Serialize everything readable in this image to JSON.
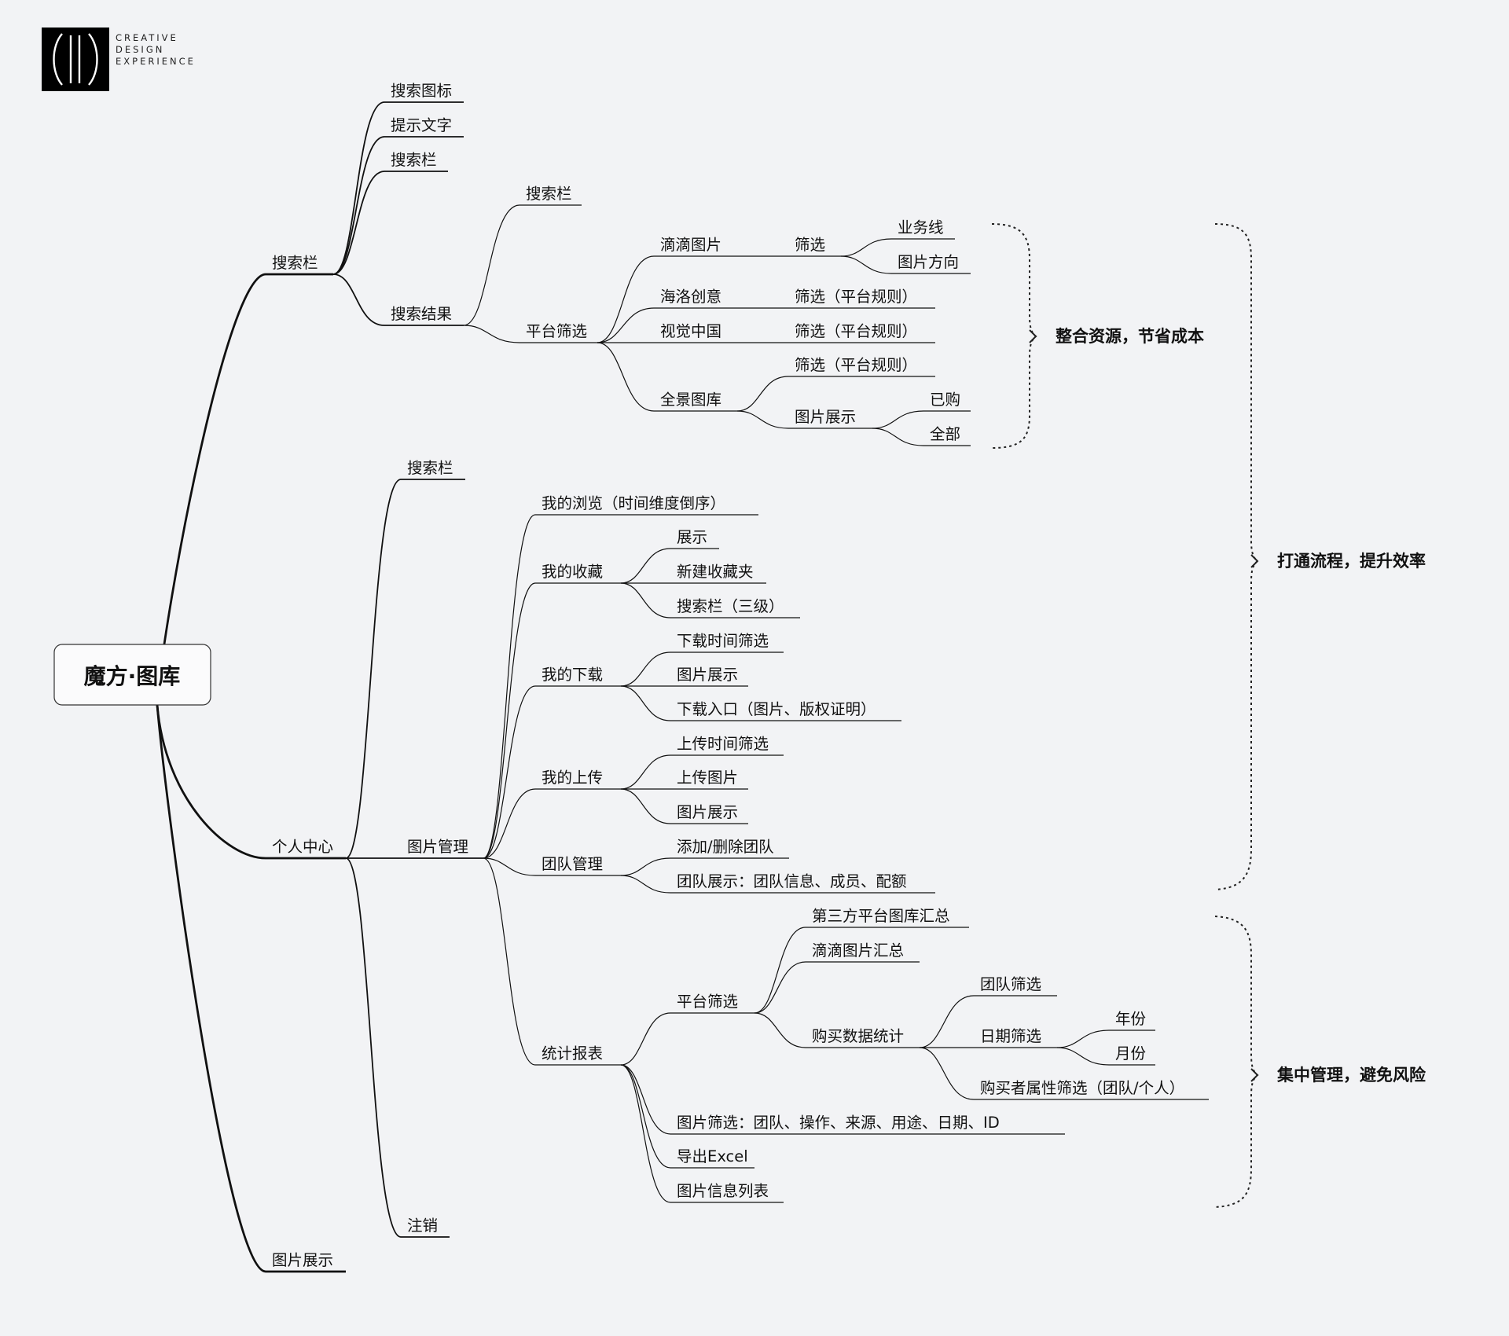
{
  "logo": {
    "line1": "CREATIVE",
    "line2": "DESIGN",
    "line3": "EXPERIENCE"
  },
  "root": {
    "label": "魔方·图库"
  },
  "nodes": [
    {
      "id": "s1",
      "label": "搜索栏"
    },
    {
      "id": "s1a",
      "label": "搜索图标"
    },
    {
      "id": "s1b",
      "label": "提示文字"
    },
    {
      "id": "s1c",
      "label": "搜索栏"
    },
    {
      "id": "s1d",
      "label": "搜索结果"
    },
    {
      "id": "s1d1",
      "label": "搜索栏"
    },
    {
      "id": "s1d2",
      "label": "平台筛选"
    },
    {
      "id": "dd",
      "label": "滴滴图片"
    },
    {
      "id": "ddf",
      "label": "筛选"
    },
    {
      "id": "ddf1",
      "label": "业务线"
    },
    {
      "id": "ddf2",
      "label": "图片方向"
    },
    {
      "id": "hl",
      "label": "海洛创意"
    },
    {
      "id": "hlf",
      "label": "筛选（平台规则）"
    },
    {
      "id": "sj",
      "label": "视觉中国"
    },
    {
      "id": "sjf",
      "label": "筛选（平台规则）"
    },
    {
      "id": "qj",
      "label": "全景图库"
    },
    {
      "id": "qjf",
      "label": "筛选（平台规则）"
    },
    {
      "id": "qjs",
      "label": "图片展示"
    },
    {
      "id": "qjs1",
      "label": "已购"
    },
    {
      "id": "qjs2",
      "label": "全部"
    },
    {
      "id": "pc",
      "label": "个人中心"
    },
    {
      "id": "pc1",
      "label": "搜索栏"
    },
    {
      "id": "pm",
      "label": "图片管理"
    },
    {
      "id": "pm1",
      "label": "我的浏览（时间维度倒序）"
    },
    {
      "id": "pm2",
      "label": "我的收藏"
    },
    {
      "id": "pm2a",
      "label": "展示"
    },
    {
      "id": "pm2b",
      "label": "新建收藏夹"
    },
    {
      "id": "pm2c",
      "label": "搜索栏（三级）"
    },
    {
      "id": "pm3",
      "label": "我的下载"
    },
    {
      "id": "pm3a",
      "label": "下载时间筛选"
    },
    {
      "id": "pm3b",
      "label": "图片展示"
    },
    {
      "id": "pm3c",
      "label": "下载入口（图片、版权证明）"
    },
    {
      "id": "pm4",
      "label": "我的上传"
    },
    {
      "id": "pm4a",
      "label": "上传时间筛选"
    },
    {
      "id": "pm4b",
      "label": "上传图片"
    },
    {
      "id": "pm4c",
      "label": "图片展示"
    },
    {
      "id": "pm5",
      "label": "团队管理"
    },
    {
      "id": "pm5a",
      "label": "添加/删除团队"
    },
    {
      "id": "pm5b",
      "label": "团队展示：团队信息、成员、配额"
    },
    {
      "id": "pm6",
      "label": "统计报表"
    },
    {
      "id": "pm6a",
      "label": "平台筛选"
    },
    {
      "id": "pm6a1",
      "label": "第三方平台图库汇总"
    },
    {
      "id": "pm6a2",
      "label": "滴滴图片汇总"
    },
    {
      "id": "pm6a3",
      "label": "购买数据统计"
    },
    {
      "id": "t1",
      "label": "团队筛选"
    },
    {
      "id": "t2",
      "label": "日期筛选"
    },
    {
      "id": "t2a",
      "label": "年份"
    },
    {
      "id": "t2b",
      "label": "月份"
    },
    {
      "id": "t3",
      "label": "购买者属性筛选（团队/个人）"
    },
    {
      "id": "pm6b",
      "label": "图片筛选：团队、操作、来源、用途、日期、ID"
    },
    {
      "id": "pm6c",
      "label": "导出Excel"
    },
    {
      "id": "pm6d",
      "label": "图片信息列表"
    },
    {
      "id": "pc3",
      "label": "注销"
    },
    {
      "id": "ps",
      "label": "图片展示"
    }
  ],
  "summaries": [
    {
      "id": "sum1",
      "label": "整合资源，节省成本"
    },
    {
      "id": "sum2",
      "label": "打通流程，提升效率"
    },
    {
      "id": "sum3",
      "label": "集中管理，避免风险"
    }
  ]
}
